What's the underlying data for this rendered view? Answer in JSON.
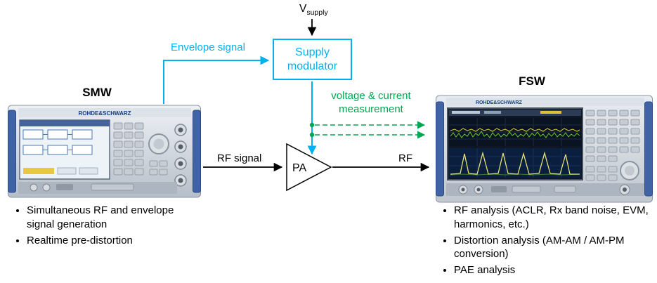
{
  "colors": {
    "cyan": "#00B0F0",
    "green": "#00A651",
    "black": "#000000"
  },
  "brand": {
    "name": "ROHDE&SCHWARZ"
  },
  "labels": {
    "smw": "SMW",
    "fsw": "FSW",
    "vsupply_v": "V",
    "vsupply_sub": "supply",
    "supply_modulator": "Supply modulator",
    "envelope_signal": "Envelope signal",
    "voltage_current_measurement": "voltage & current measurement",
    "rf_signal": "RF signal",
    "rf": "RF",
    "pa": "PA"
  },
  "bullets": {
    "left": [
      "Simultaneous RF and envelope signal generation",
      "Realtime pre-distortion"
    ],
    "right": [
      "RF analysis (ACLR, Rx band noise, EVM, harmonics, etc.)",
      "Distortion analysis (AM-AM / AM-PM conversion)",
      "PAE analysis"
    ]
  }
}
